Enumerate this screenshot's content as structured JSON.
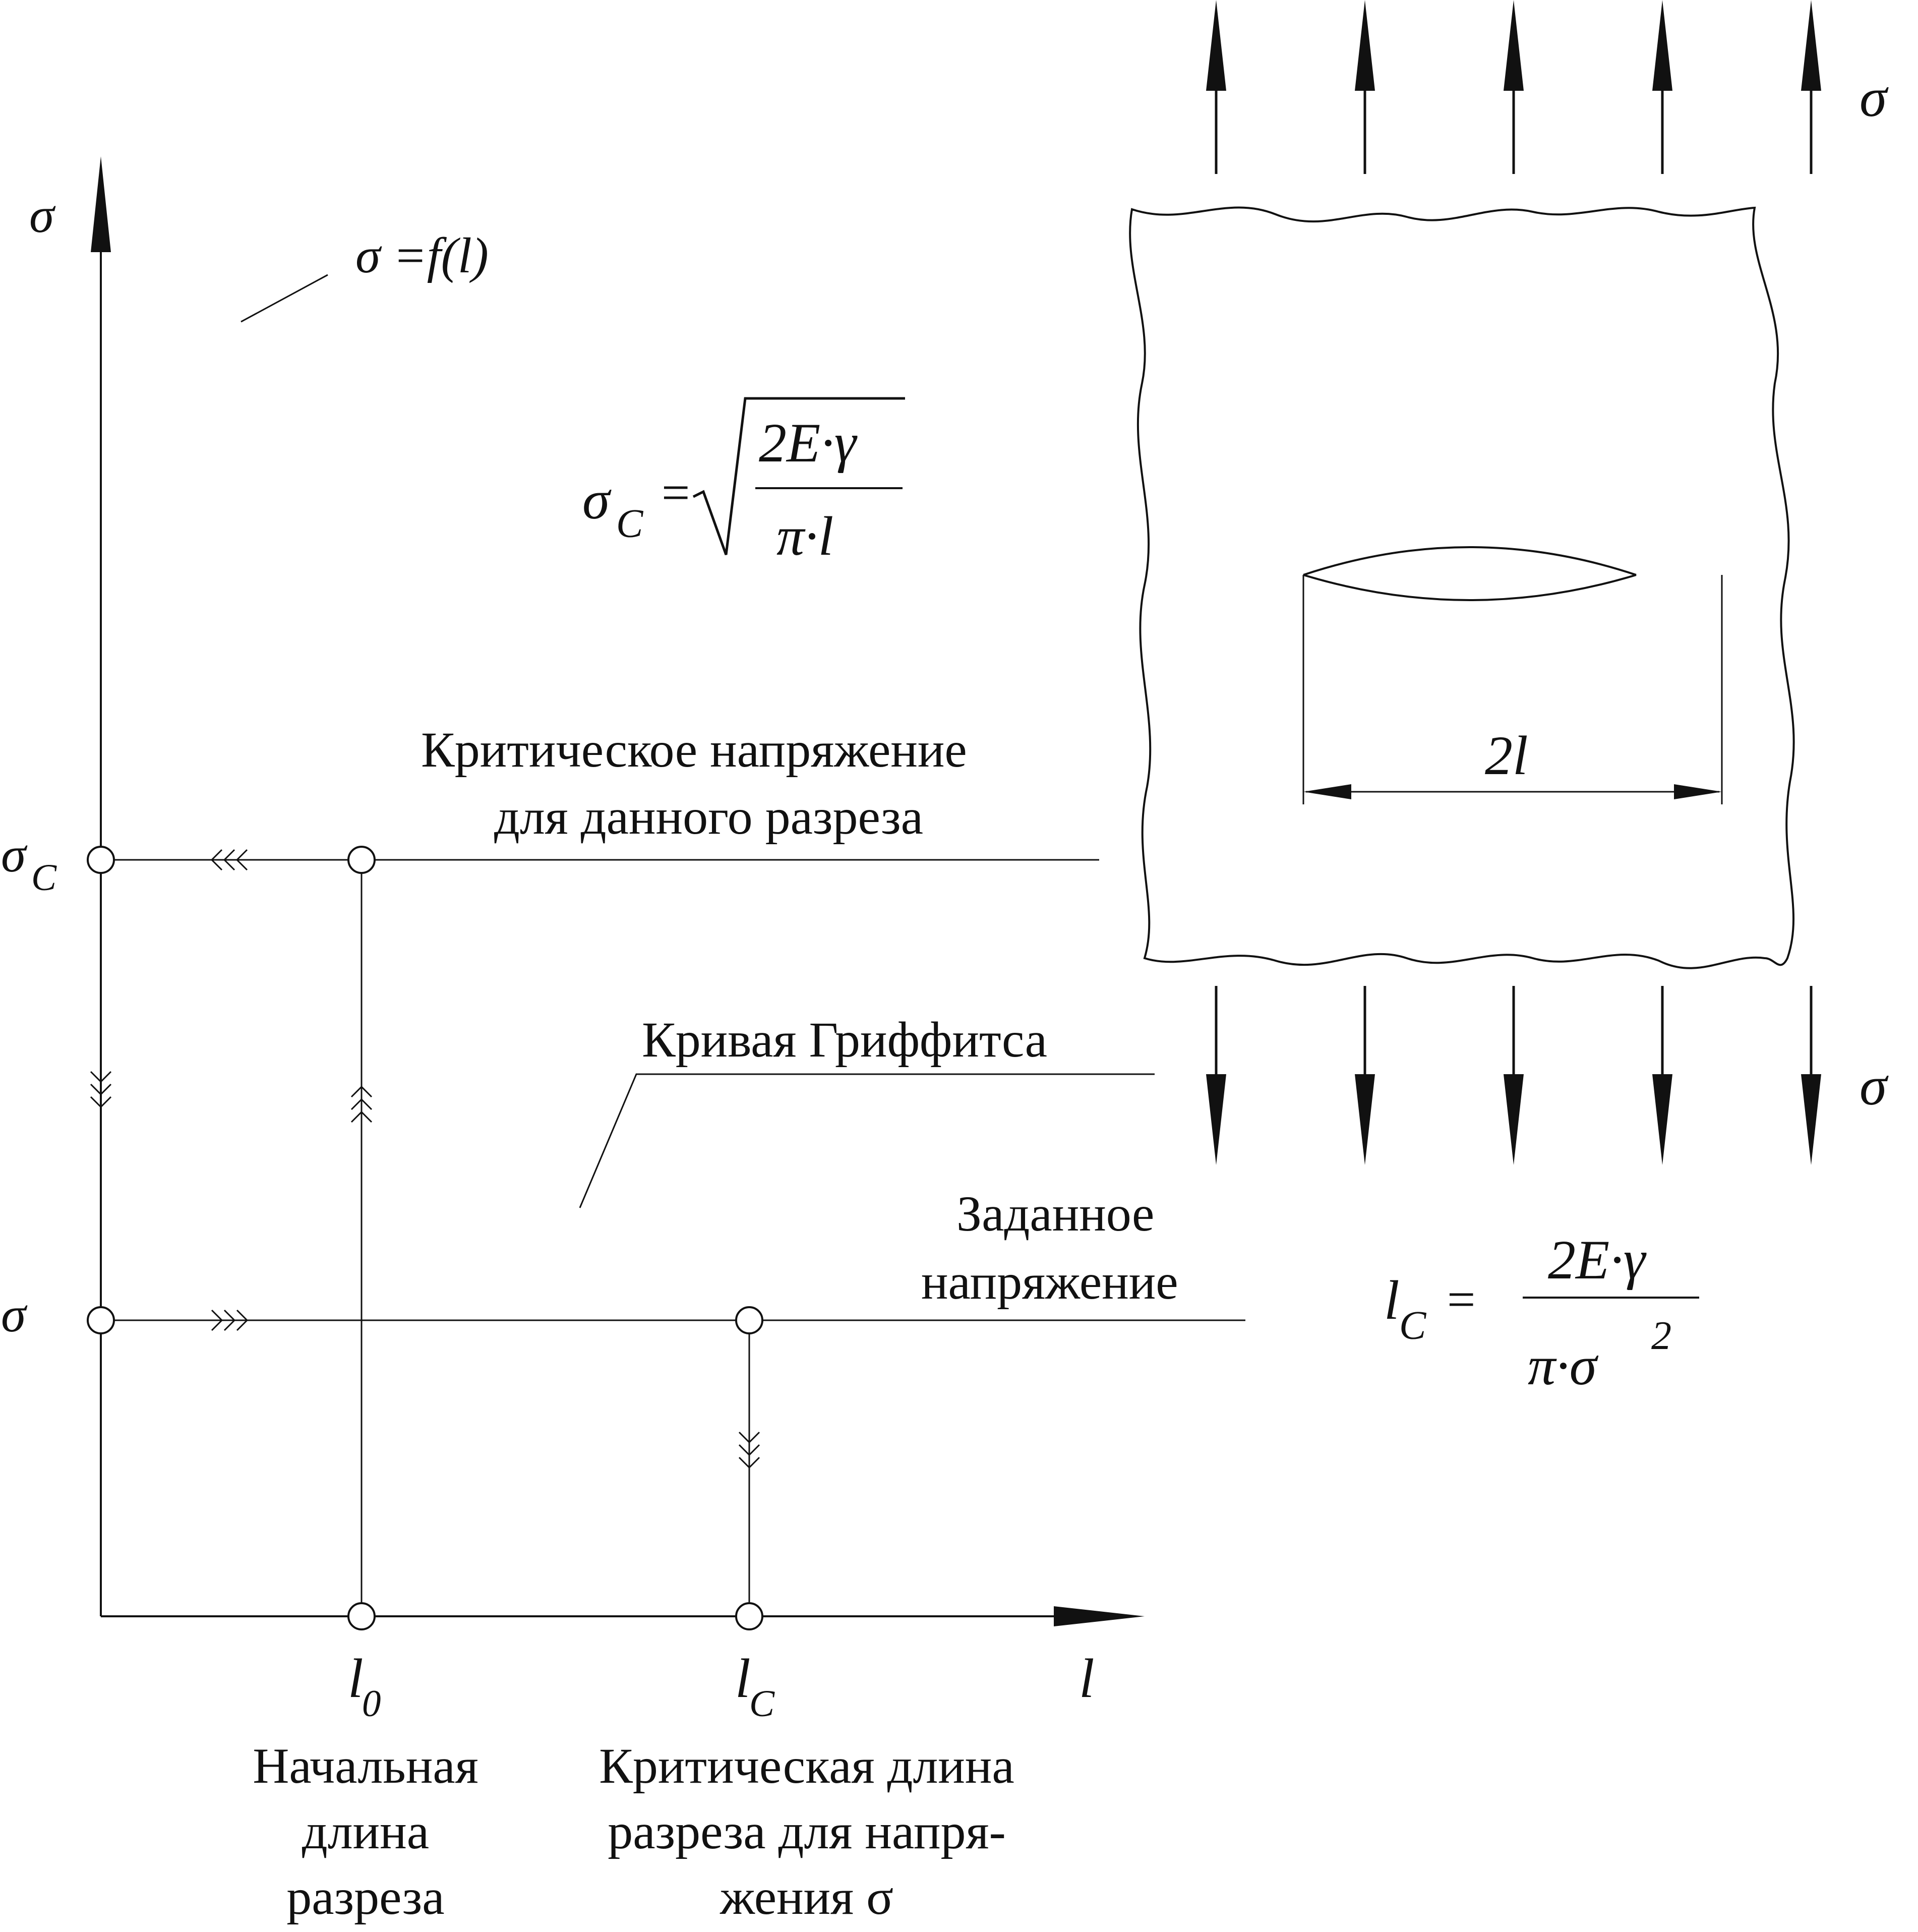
{
  "axes": {
    "y_label": "σ",
    "x_label": "l"
  },
  "curve": {
    "label": "σ =f(l)"
  },
  "formulas": {
    "critical_stress": {
      "lhs_main": "σ",
      "lhs_sub": "C",
      "eq": "=",
      "numerator": "2E·γ",
      "denominator": "π·l"
    },
    "critical_length": {
      "lhs_main": "l",
      "lhs_sub": "C",
      "eq": "=",
      "numerator": "2E·γ",
      "denominator": "π·σ",
      "power": "2"
    }
  },
  "points": {
    "sigma_c": {
      "main": "σ",
      "sub": "C"
    },
    "sigma": "σ",
    "l0": {
      "main": "l",
      "sub": "0"
    },
    "lc": {
      "main": "l",
      "sub": "C"
    }
  },
  "annotations": {
    "critical_stress": [
      "Критическое напряжение",
      "для данного разреза"
    ],
    "griffith_curve": "Кривая Гриффитса",
    "given_stress": [
      "Заданное",
      "напряжение"
    ],
    "initial_length": [
      "Начальная",
      "длина",
      "разреза"
    ],
    "critical_length": [
      "Критическая длина",
      "разреза для напря-",
      "жения σ"
    ]
  },
  "plate": {
    "crack_label": "2l",
    "load_top": "σ",
    "load_bottom": "σ"
  },
  "colors": {
    "line": "#111111",
    "background": "#ffffff"
  }
}
